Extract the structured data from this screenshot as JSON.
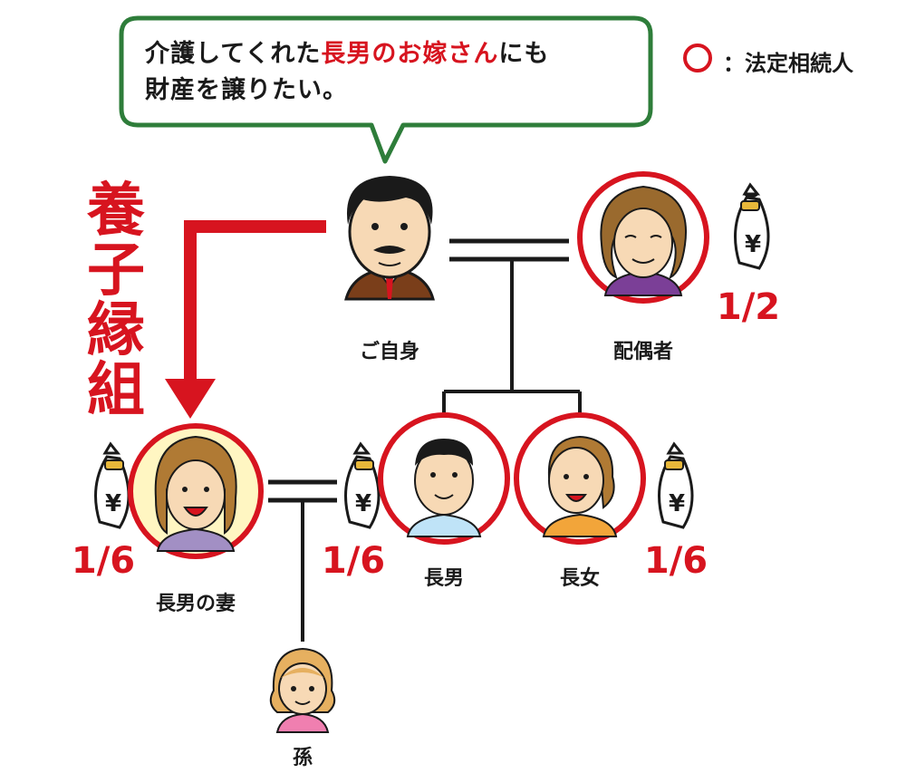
{
  "speech": {
    "line1_pre": "介護してくれた",
    "line1_red": "長男のお嫁さん",
    "line1_post": "にも",
    "line2": "財産を譲りたい。"
  },
  "legend": {
    "label": "：法定相続人"
  },
  "adoption_label": "養子縁組",
  "people": {
    "self": {
      "name": "ご自身"
    },
    "spouse": {
      "name": "配偶者",
      "share": "1/2"
    },
    "eldest_son_wife": {
      "name": "長男の妻",
      "share": "1/6"
    },
    "eldest_son": {
      "name": "長男",
      "share": "1/6"
    },
    "eldest_daughter": {
      "name": "長女",
      "share": "1/6"
    },
    "grandchild": {
      "name": "孫"
    }
  },
  "colors": {
    "accent_red": "#d7141f",
    "bubble_green": "#2e7d3a"
  }
}
